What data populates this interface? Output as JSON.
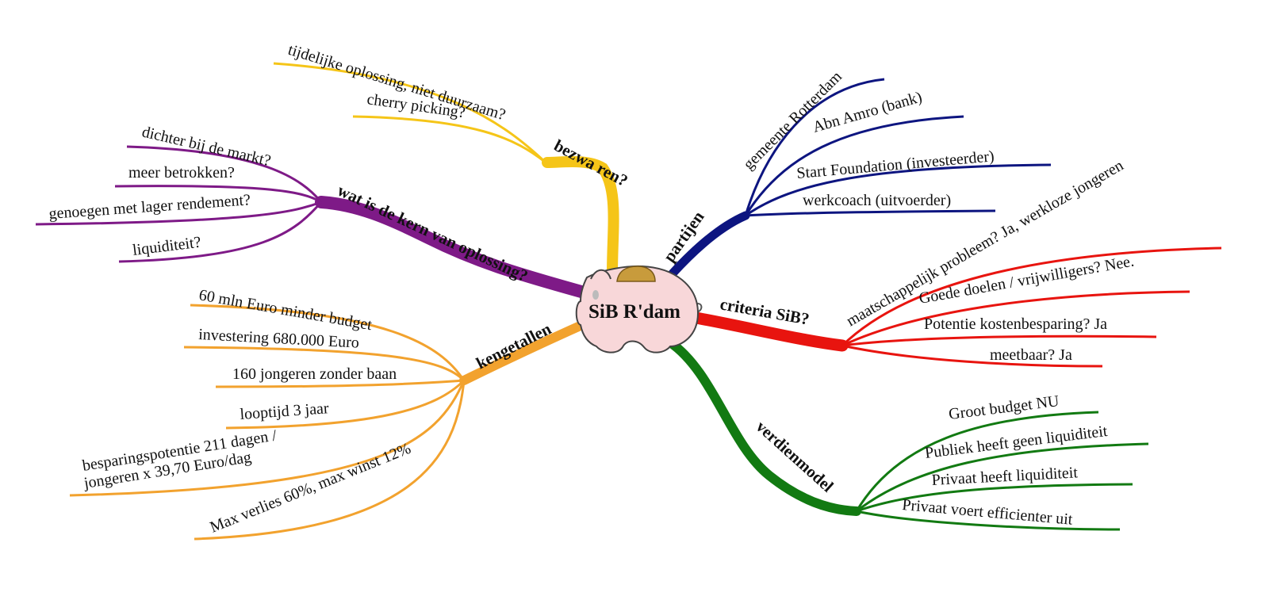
{
  "center": {
    "label": "SiB R'dam",
    "icon": "piggy-bank-icon"
  },
  "branches": {
    "bezwaren": {
      "color": "#F5C518",
      "label": "bezwa ren?",
      "leaves": [
        "tijdelijke oplossing, niet duurzaam?",
        "cherry picking?"
      ]
    },
    "kern": {
      "color": "#7E1A87",
      "label": "wat is de kern van oplossing?",
      "leaves": [
        "dichter bij de markt?",
        "meer betrokken?",
        "genoegen met lager rendement?",
        "liquiditeit?"
      ]
    },
    "kengetallen": {
      "color": "#F2A22E",
      "label": "kengetallen",
      "leaves": [
        "60 mln Euro minder budget",
        "investering 680.000 Euro",
        "160 jongeren zonder baan",
        "looptijd 3 jaar",
        "besparingspotentie 211 dagen /",
        "jongeren x 39,70 Euro/dag",
        "Max verlies 60%, max winst  12%"
      ]
    },
    "partijen": {
      "color": "#0D1580",
      "label": "partijen",
      "leaves": [
        "gemeente Rotterdam",
        "Abn Amro (bank)",
        "Start Foundation (investeerder)",
        "werkcoach (uitvoerder)"
      ]
    },
    "criteria": {
      "color": "#E8140F",
      "label": "criteria SiB?",
      "leaves": [
        "maatschappelijk probleem? Ja, werkloze jongeren",
        "Goede doelen / vrijwilligers? Nee.",
        "Potentie kostenbesparing? Ja",
        "meetbaar? Ja"
      ]
    },
    "verdienmodel": {
      "color": "#127A12",
      "label": "verdienmodel",
      "leaves": [
        "Groot budget NU",
        "Publiek heeft geen liquiditeit",
        "Privaat heeft liquiditeit",
        "Privaat voert efficienter uit"
      ]
    }
  }
}
